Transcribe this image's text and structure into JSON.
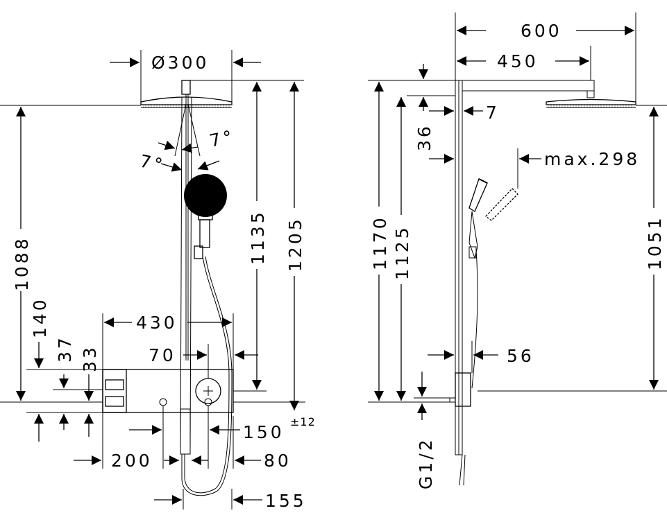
{
  "front": {
    "head_diameter": "Ø300",
    "angle_right": "7°",
    "angle_left": "7°",
    "overall_height": "1205",
    "column_height": "1135",
    "head_height": "1088",
    "dim_140": "140",
    "dim_37": "37",
    "dim_33": "33",
    "thermostat_width": "430",
    "dim_70": "70",
    "connection_spacing": "150",
    "connection_tolerance": "±12",
    "dim_200": "200",
    "dim_80": "80",
    "dim_155": "155"
  },
  "side": {
    "arm_projection": "600",
    "arm_length": "450",
    "wall_offset": "7",
    "dim_36": "36",
    "overall_height": "1170",
    "column_height": "1125",
    "head_height": "1051",
    "hand_shower_reach": "max.298",
    "wall_distance": "56",
    "thread": "G1/2"
  }
}
